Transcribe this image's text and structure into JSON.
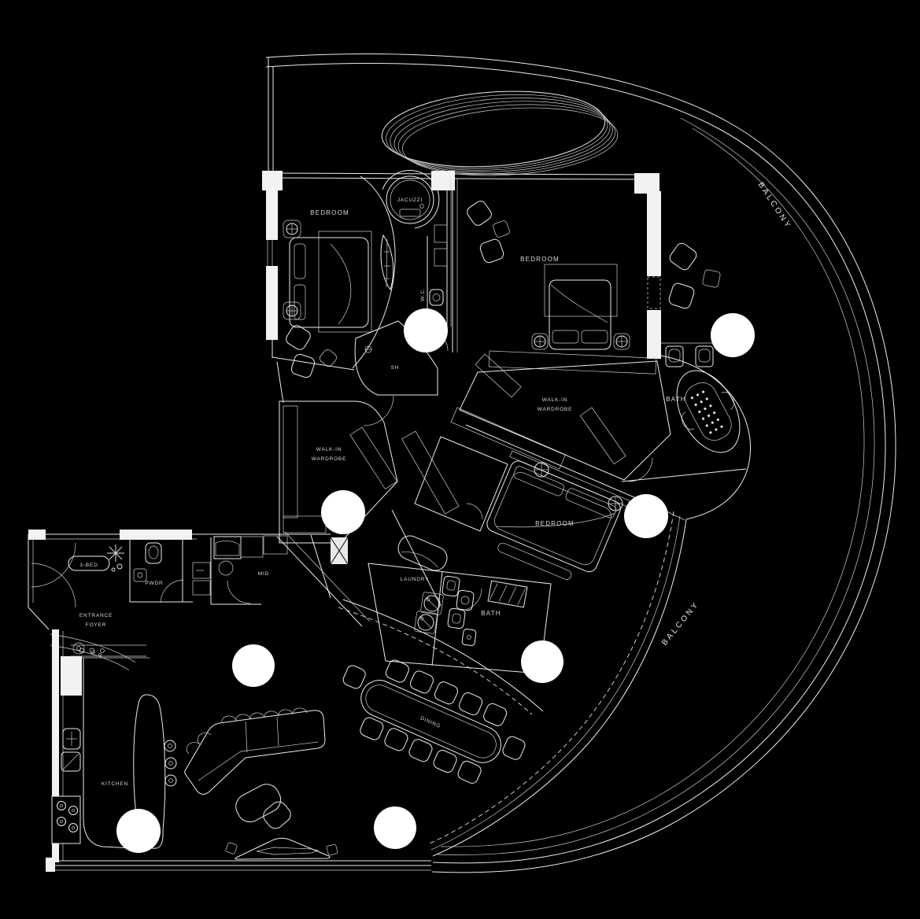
{
  "plan": {
    "colors": {
      "background": "#000000",
      "line": "#ececec",
      "text": "#d9d9d9",
      "column": "#ffffff"
    },
    "labels": {
      "balcony_top": "BALCONY",
      "balcony_right": "BALCONY",
      "bedroom_top_left": "BEDROOM",
      "bedroom_top_right": "BEDROOM",
      "bedroom_master": "BEDROOM",
      "jacuzzi": "JACUZZI",
      "wc": "W.C.",
      "shower": "SH",
      "bath_master": "BATH",
      "bath_secondary": "BATH",
      "walkin_center": {
        "line1": "WALK-IN",
        "line2": "WARDROBE"
      },
      "walkin_left": {
        "line1": "WALK-IN",
        "line2": "WARDROBE"
      },
      "entrance": {
        "line1": "ENTRANCE",
        "line2": "FOYER"
      },
      "unit_badge": "3-BED",
      "powder": "PWDR",
      "maid": "MID",
      "laundry": "LAUNDRY",
      "dining": "DINING",
      "kitchen": "KITCHEN"
    }
  }
}
